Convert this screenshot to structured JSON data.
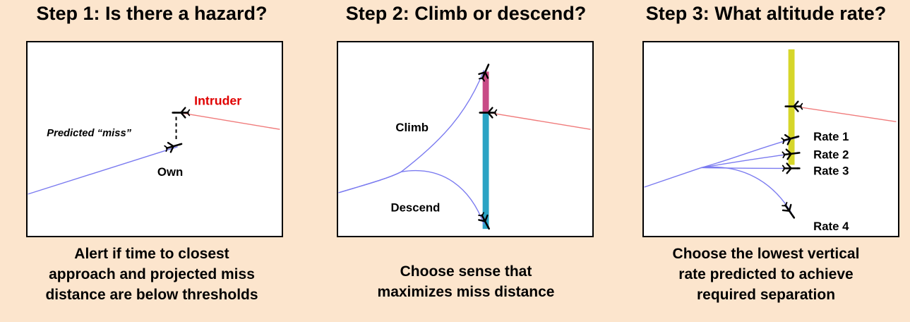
{
  "steps": [
    {
      "title": "Step 1: Is there a hazard?",
      "labels": {
        "intruder": "Intruder",
        "predicted_miss": "Predicted “miss”",
        "own": "Own"
      },
      "caption": [
        "Alert if time to closest",
        "approach and projected miss",
        "distance are below thresholds"
      ]
    },
    {
      "title": "Step 2: Climb or descend?",
      "labels": {
        "climb": "Climb",
        "descend": "Descend"
      },
      "caption": [
        "Choose sense that",
        "maximizes miss distance"
      ]
    },
    {
      "title": "Step 3: What altitude rate?",
      "labels": {
        "rate1": "Rate 1",
        "rate2": "Rate 2",
        "rate3": "Rate 3",
        "rate4": "Rate 4"
      },
      "caption": [
        "Choose the lowest vertical",
        "rate predicted to achieve",
        "required separation"
      ]
    }
  ],
  "colors": {
    "background": "#fce5cd",
    "own_path": "#7b7bf0",
    "intruder_path": "#f07b7b",
    "intruder_label": "#e00000",
    "climb_bar": "#c84a86",
    "descend_bar": "#2aa3c4",
    "rate_bar": "#d6d62a"
  },
  "icons": [
    "aircraft-icon"
  ]
}
